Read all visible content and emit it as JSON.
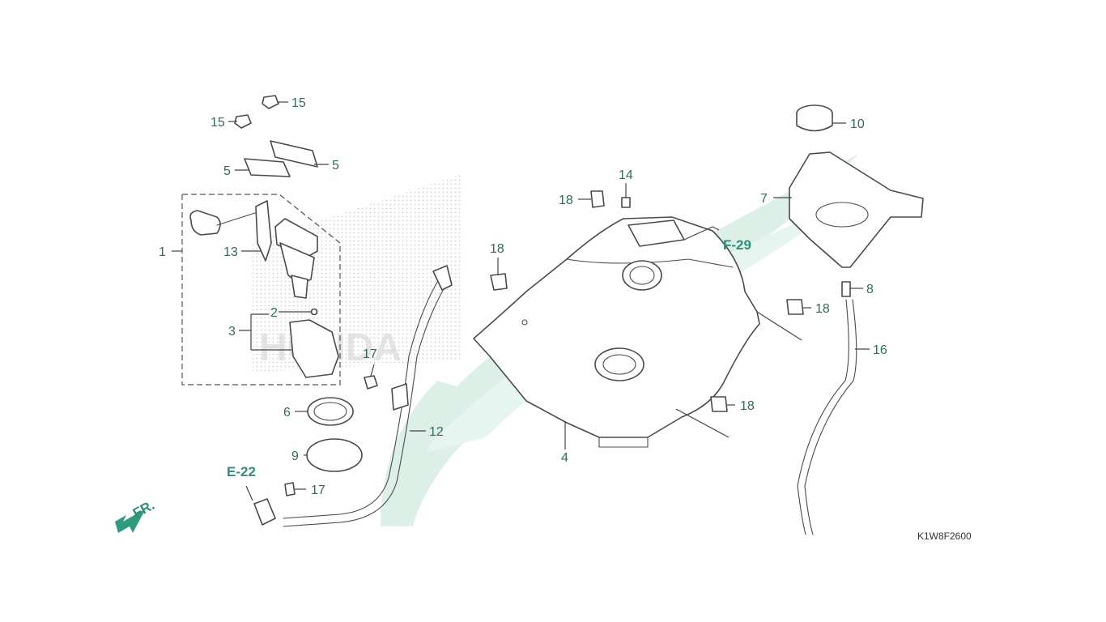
{
  "diagram": {
    "code": "K1W8F2600",
    "front_label": "FR.",
    "references": [
      "F-29",
      "E-22"
    ],
    "callouts": [
      "1",
      "2",
      "3",
      "4",
      "5",
      "5",
      "6",
      "7",
      "8",
      "9",
      "10",
      "12",
      "13",
      "14",
      "15",
      "15",
      "16",
      "17",
      "17",
      "18",
      "18",
      "18",
      "18"
    ]
  },
  "colors": {
    "callout": "#2f6b5e",
    "reference": "#2f8f7a",
    "watermark": "#cfe8dd",
    "line": "#4a4a4a"
  }
}
